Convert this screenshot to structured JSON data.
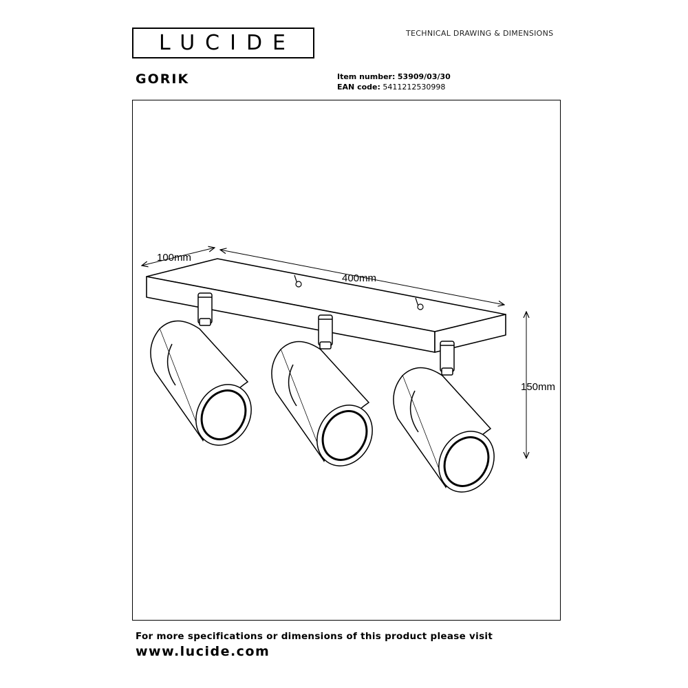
{
  "header": {
    "logo_text": "LUCIDE",
    "doc_type": "TECHNICAL DRAWING & DIMENSIONS"
  },
  "product": {
    "name": "GORIK",
    "item_number_label": "Item number:",
    "item_number": "53909/03/30",
    "ean_label": "EAN code:",
    "ean": "5411212530998"
  },
  "dimensions": {
    "depth": "100mm",
    "length": "400mm",
    "height": "150mm"
  },
  "footer": {
    "note": "For more specifications or dimensions of this product please visit",
    "url": "www.lucide.com"
  }
}
